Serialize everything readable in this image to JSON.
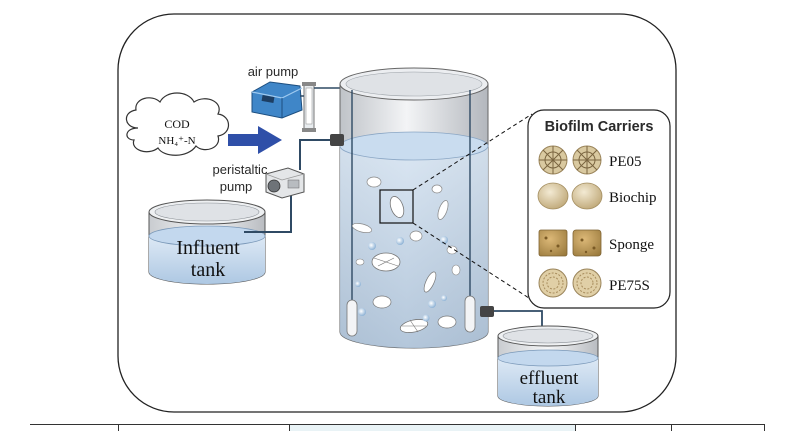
{
  "labels": {
    "air_pump": "air pump",
    "cod": "COD",
    "nh4n": "NH₄⁺-N",
    "peristaltic_line1": "peristaltic",
    "peristaltic_line2": "pump",
    "influent_line1": "Influent",
    "influent_line2": "tank",
    "effluent_line1": "effluent",
    "effluent_line2": "tank",
    "carriers_title": "Biofilm Carriers"
  },
  "carriers": [
    {
      "label": "PE05",
      "icon": "pe05-carrier-icon"
    },
    {
      "label": "Biochip",
      "icon": "biochip-carrier-icon"
    },
    {
      "label": "Sponge",
      "icon": "sponge-carrier-icon"
    },
    {
      "label": "PE75S",
      "icon": "pe75s-carrier-icon"
    }
  ],
  "colors": {
    "water": "#c8dbef",
    "pipe": "#2f4a64",
    "arrow": "#2f4fa8",
    "pump_blue": "#3f86c8",
    "carrier_tan": "#d9c9a0",
    "sponge": "#c7a45f"
  }
}
